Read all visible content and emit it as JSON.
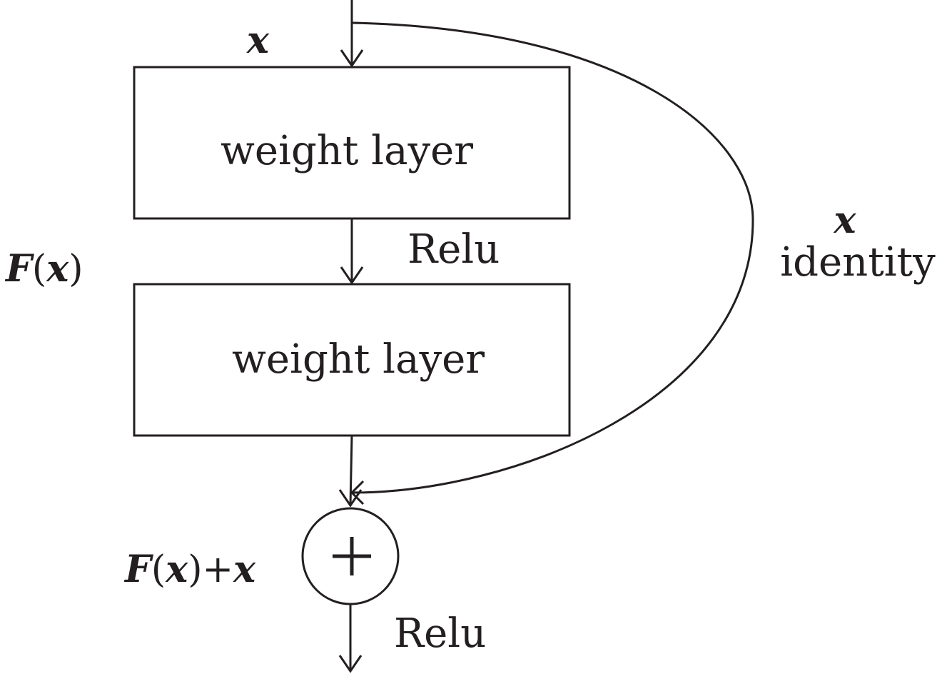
{
  "labels": {
    "input_x": "x",
    "layer1": "weight layer",
    "layer2": "weight layer",
    "relu_mid": "Relu",
    "relu_out": "Relu",
    "residual_F": "F",
    "residual_open": "(",
    "residual_x": "x",
    "residual_close": ")",
    "identity_x": "x",
    "identity_label": "identity",
    "sum_F": "F",
    "sum_open": "(",
    "sum_x": "x",
    "sum_close": ")",
    "sum_plus": "+",
    "sum_x2": "x"
  },
  "colors": {
    "stroke": "#231f20",
    "background": "#ffffff"
  },
  "icons": {
    "add_node": "plus-in-circle"
  }
}
